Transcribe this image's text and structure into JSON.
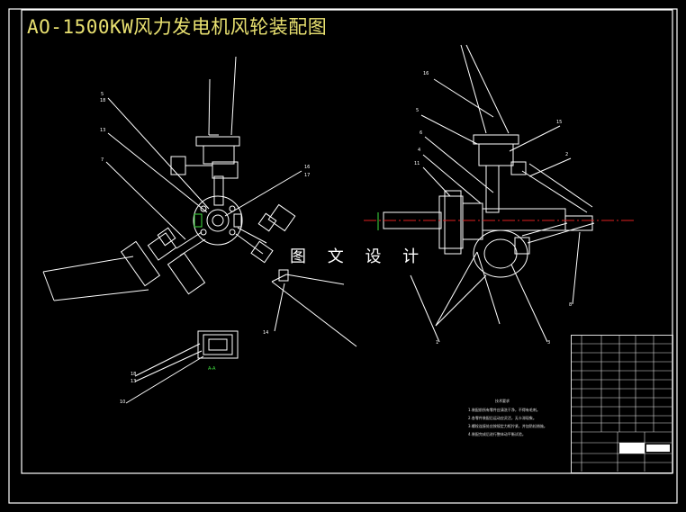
{
  "drawing": {
    "title": "AO-1500KW风力发电机风轮装配图",
    "watermark": "图 文 设 计",
    "section_label": "A-A",
    "notes_title": "技术要求",
    "notes": [
      "1.装配前所有零件应清洗干净，不得有毛刺。",
      "2.各零件装配后运动应灵活，无卡滞现象。",
      "3.螺栓连接处应按规定力矩拧紧，并加防松措施。",
      "4.装配完成后进行整体动平衡试验。"
    ]
  },
  "part_labels": [
    {
      "id": "5a",
      "text": "5"
    },
    {
      "id": "18a",
      "text": "18"
    },
    {
      "id": "13a",
      "text": "13"
    },
    {
      "id": "7a",
      "text": "7"
    },
    {
      "id": "16a",
      "text": "16"
    },
    {
      "id": "17a",
      "text": "17"
    },
    {
      "id": "14a",
      "text": "14"
    },
    {
      "id": "18b",
      "text": "18"
    },
    {
      "id": "13b",
      "text": "13"
    },
    {
      "id": "10a",
      "text": "10"
    },
    {
      "id": "16b",
      "text": "16"
    },
    {
      "id": "5b",
      "text": "5"
    },
    {
      "id": "15b",
      "text": "15"
    },
    {
      "id": "6b",
      "text": "6"
    },
    {
      "id": "4b",
      "text": "4"
    },
    {
      "id": "11b",
      "text": "11"
    },
    {
      "id": "2b",
      "text": "2"
    },
    {
      "id": "1b",
      "text": "1"
    },
    {
      "id": "3b",
      "text": "3"
    },
    {
      "id": "8b",
      "text": "8"
    }
  ],
  "colors": {
    "background": "#000000",
    "line": "#ffffff",
    "title": "#e8e070",
    "centerline": "#e02020",
    "accent": "#40e040",
    "border": "#ffffff"
  }
}
